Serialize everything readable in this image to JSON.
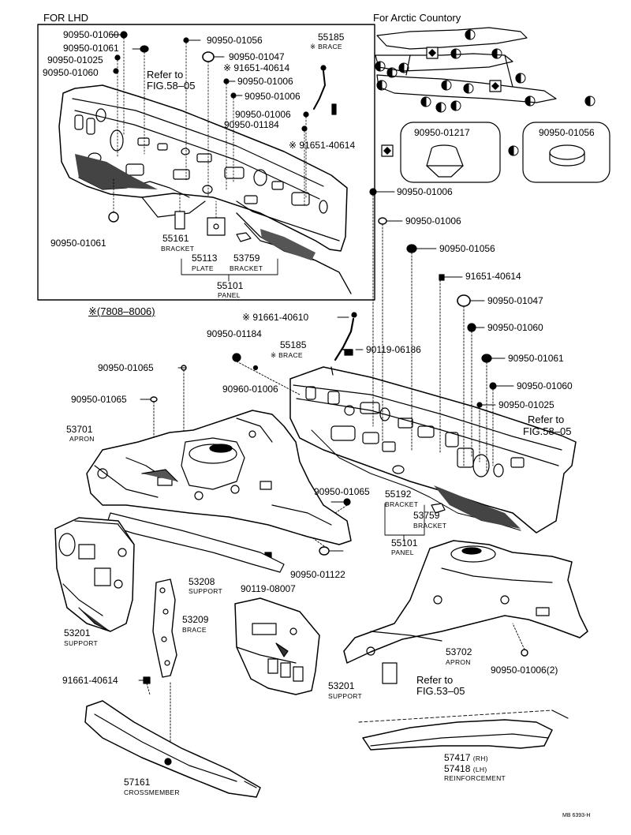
{
  "headers": {
    "for_lhd": "FOR  LHD",
    "arctic": "For Arctic Countory",
    "asterisk_note": "※(7808–8006)",
    "diagram_code": "MB 6393-H"
  },
  "inset": {
    "p1": "90950-01060",
    "p2": "90950-01061",
    "p3": "90950-01025",
    "p4": "90950-01060",
    "p5": "90950-01056",
    "p6": "90950-01047",
    "p7": "※ 91651-40614",
    "p8": "90950-01006",
    "p9": "90950-01006",
    "p10": "90950-01006",
    "p11": "90950-01184",
    "p12": "※ 91651-40614",
    "p13": "90950-01061",
    "ref1": "Refer to",
    "ref2": "FIG.58–05",
    "brace_no": "55185",
    "brace_nm": "※ BRACE",
    "bracket_no": "55161",
    "bracket_nm": "BRACKET",
    "plate_no": "55113",
    "plate_nm": "PLATE",
    "bracket2_no": "53759",
    "bracket2_nm": "BRACKET",
    "panel_no": "55101",
    "panel_nm": "PANEL"
  },
  "arctic_parts": {
    "grommet1": "90950-01217",
    "grommet2": "90950-01056"
  },
  "main": {
    "r1": "90950-01006",
    "r2": "90950-01006",
    "r3": "90950-01056",
    "r4": "91651-40614",
    "r5": "90950-01047",
    "r6": "90950-01060",
    "r7": "90950-01061",
    "r8": "90950-01060",
    "r9": "90950-01025",
    "ref1": "Refer to",
    "ref2": "FIG.58–05",
    "b1": "※ 91661-40610",
    "b2": "90950-01184",
    "brace_no": "55185",
    "brace_nm": "※ BRACE",
    "b3": "90119-06186",
    "b4": "90950-01065",
    "b5": "90960-01006",
    "b6": "90950-01065",
    "apron1_no": "53701",
    "apron1_nm": "APRON",
    "b7": "90950-01065",
    "bracket_no": "55192",
    "bracket_nm": "BRACKET",
    "bracket2_no": "53759",
    "bracket2_nm": "BRACKET",
    "panel_no": "55101",
    "panel_nm": "PANEL",
    "b8": "90950-01122",
    "support1_no": "53208",
    "support1_nm": "SUPPORT",
    "b9": "90119-08007",
    "support2_no": "53201",
    "support2_nm": "SUPPORT",
    "brace2_no": "53209",
    "brace2_nm": "BRACE",
    "apron2_no": "53702",
    "apron2_nm": "APRON",
    "b10": "90950-01006(2)",
    "b11": "91661-40614",
    "support3_no": "53201",
    "support3_nm": "SUPPORT",
    "ref3": "Refer to",
    "ref4": "FIG.53–05",
    "cross_no": "57161",
    "cross_nm": "CROSSMEMBER",
    "reinf_rh": "57417",
    "reinf_rh_tag": "(RH)",
    "reinf_lh": "57418",
    "reinf_lh_tag": "(LH)",
    "reinf_nm": "REINFORCEMENT"
  }
}
